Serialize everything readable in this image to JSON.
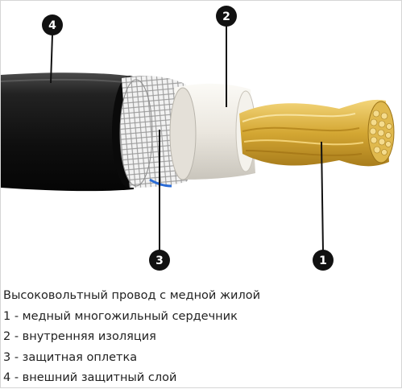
{
  "markers": [
    {
      "id": "marker-1",
      "label": "1"
    },
    {
      "id": "marker-2",
      "label": "2"
    },
    {
      "id": "marker-3",
      "label": "3"
    },
    {
      "id": "marker-4",
      "label": "4"
    }
  ],
  "caption": {
    "title": "Высоковольтный провод с медной жилой",
    "items": [
      "1 - медный многожильный сердечник",
      "2 - внутренняя изоляция",
      "3 - защитная оплетка",
      "4 - внешний защитный слой"
    ]
  },
  "colors": {
    "marker": "#111111",
    "outer_jacket": "#1b1b1b",
    "braid": "#e6e6e6",
    "insulation": "#ece9e3",
    "copper": "#d9b24a"
  }
}
